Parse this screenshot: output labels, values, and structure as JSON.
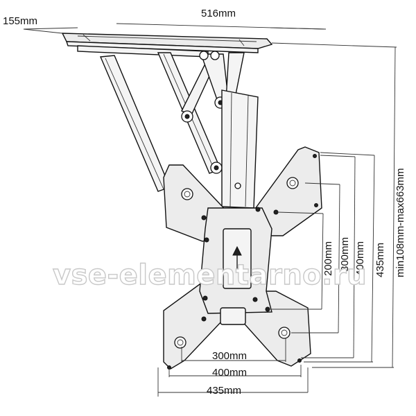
{
  "dimensions": {
    "depth": "155mm",
    "width": "516mm",
    "height_range": "min108mm-max663mm",
    "v200": "200mm",
    "v300": "300mm",
    "v400": "400mm",
    "v435": "435mm",
    "h300": "300mm",
    "h400": "400mm",
    "h435": "435mm"
  },
  "watermark": "vse-elementarno.ru"
}
